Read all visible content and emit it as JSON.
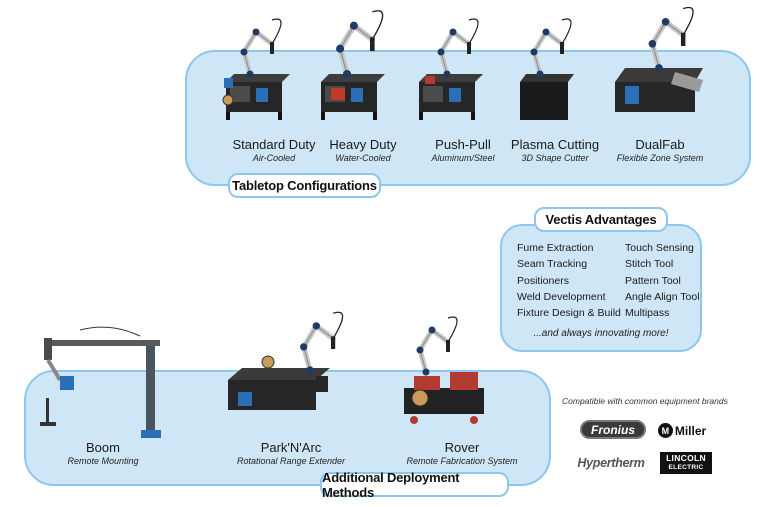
{
  "tabletop": {
    "title": "Tabletop Configurations",
    "items": [
      {
        "name": "Standard Duty",
        "sub": "Air-Cooled"
      },
      {
        "name": "Heavy Duty",
        "sub": "Water-Cooled"
      },
      {
        "name": "Push-Pull",
        "sub": "Aluminum/Steel"
      },
      {
        "name": "Plasma Cutting",
        "sub": "3D Shape Cutter"
      },
      {
        "name": "DualFab",
        "sub": "Flexible Zone System"
      }
    ]
  },
  "advantages": {
    "title": "Vectis Advantages",
    "left": [
      "Fume Extraction",
      "Seam Tracking",
      "Positioners",
      "Weld Development",
      "Fixture Design & Build"
    ],
    "right": [
      "Touch Sensing",
      "Stitch Tool",
      "Pattern Tool",
      "Angle Align Tool",
      "Multipass"
    ],
    "footer": "...and always innovating more!"
  },
  "deployment": {
    "title": "Additional Deployment Methods",
    "items": [
      {
        "name": "Boom",
        "sub": "Remote Mounting"
      },
      {
        "name": "Park'N'Arc",
        "sub": "Rotational Range Extender"
      },
      {
        "name": "Rover",
        "sub": "Remote Fabrication System"
      }
    ]
  },
  "brands": {
    "note": "Compatible with common equipment brands",
    "fronius": "Fronius",
    "miller": "Miller",
    "miller_mark": "M",
    "hypertherm": "Hypertherm",
    "lincoln_line1": "LINCOLN",
    "lincoln_line2": "ELECTRIC"
  },
  "colors": {
    "panel_fill": "#cfe6f6",
    "panel_border": "#8cc8ee",
    "machine_blue": "#2a6fb8"
  },
  "icons": [
    "cobot-arm-icon",
    "weld-table-icon",
    "wire-spool-icon",
    "boom-crane-icon",
    "rover-cart-icon"
  ]
}
